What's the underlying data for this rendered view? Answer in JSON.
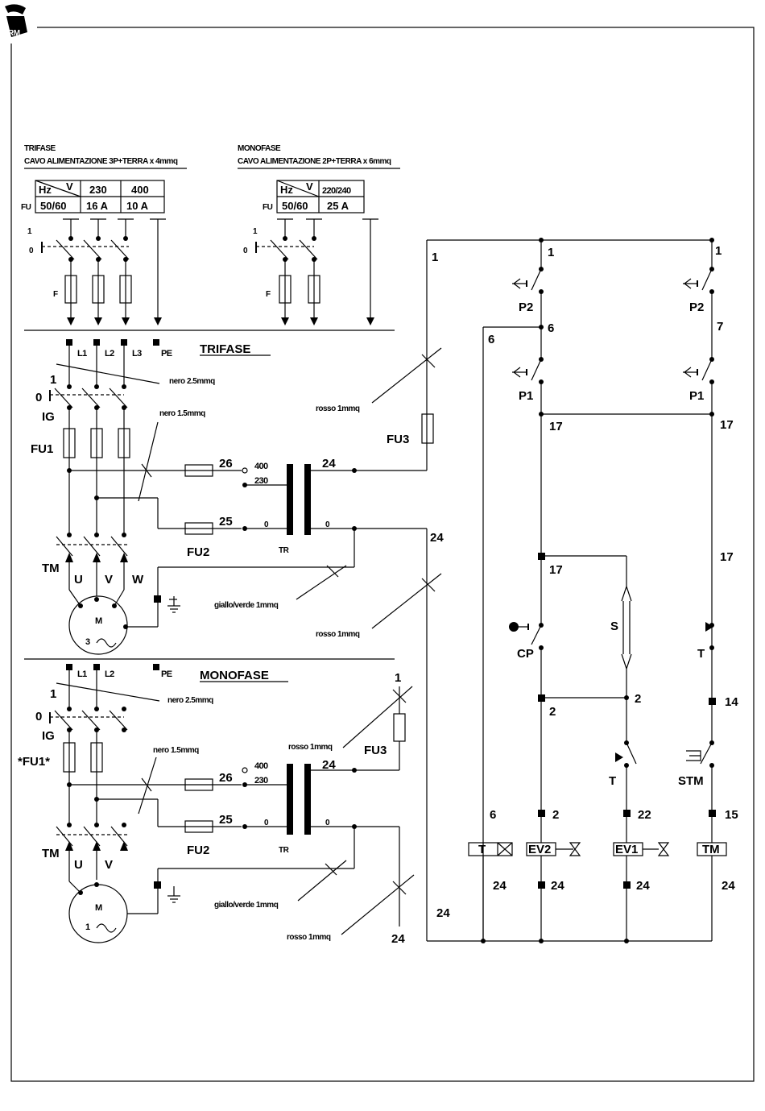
{
  "header": {
    "logo_icon": "brand-logo-icon"
  },
  "supply_trifase": {
    "title": "TRIFASE",
    "cable": "CAVO ALIMENTAZIONE 3P+TERRA x 4mmq"
  },
  "supply_monofase": {
    "title": "MONOFASE",
    "cable": "CAVO ALIMENTAZIONE 2P+TERRA x 6mmq"
  },
  "table_trifase": {
    "hz": "Hz",
    "v": "V",
    "fu": "FU",
    "voltages": [
      "230",
      "400"
    ],
    "freq": "50/60",
    "currents": [
      "16 A",
      "10 A"
    ]
  },
  "table_monofase": {
    "hz": "Hz",
    "v": "V",
    "fu": "FU",
    "voltages": [
      "220/240"
    ],
    "freq": "50/60",
    "currents": [
      "25 A"
    ]
  },
  "labels": {
    "one": "1",
    "zero": "0",
    "F": "F",
    "L1": "L1",
    "L2": "L2",
    "L3": "L3",
    "PE": "PE",
    "trifase": "TRIFASE",
    "monofase": "MONOFASE",
    "IG": "IG",
    "FU1": "FU1",
    "FU1_star": "*FU1*",
    "FU2": "FU2",
    "FU3": "FU3",
    "TM": "TM",
    "U": "U",
    "V": "V",
    "W": "W",
    "M": "M",
    "m3": "3",
    "m1": "1",
    "TR": "TR",
    "nero25": "nero 2.5mmq",
    "nero15": "nero 1.5mmq",
    "rosso1": "rosso 1mmq",
    "gialloverde": "giallo/verde 1mmq",
    "rossotop": "rosso 1mmq",
    "w26": "26",
    "w25": "25",
    "w24": "24",
    "w400": "400",
    "w230": "230",
    "w0": "0",
    "P1": "P1",
    "P2": "P2",
    "CP": "CP",
    "S": "S",
    "T": "T",
    "STM": "STM",
    "n1": "1",
    "n2": "2",
    "n6": "6",
    "n7": "7",
    "n14": "14",
    "n15": "15",
    "n17": "17",
    "n22": "22",
    "n24": "24",
    "coilT": "T",
    "coilEV2": "EV2",
    "coilEV1": "EV1",
    "coilTM": "TM"
  }
}
